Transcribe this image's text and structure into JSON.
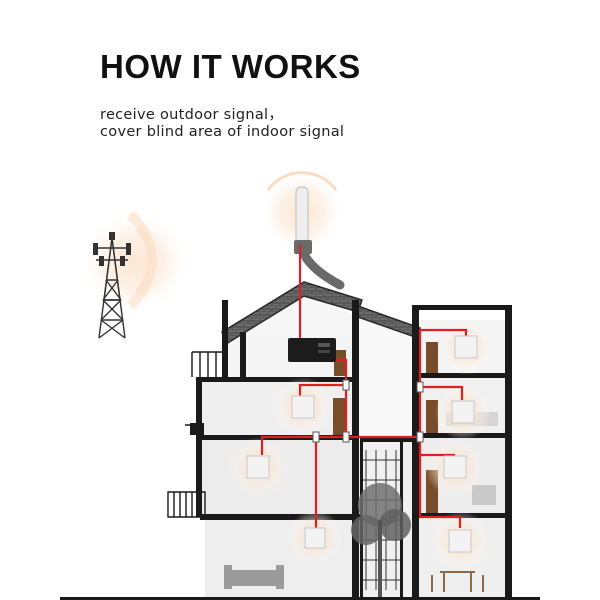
{
  "heading": {
    "title": "HOW IT WORKS",
    "subtitle_line1": "receive outdoor signal，",
    "subtitle_line2": "cover blind area of indoor signal"
  },
  "colors": {
    "cable": "#e02020",
    "signal_glow": "#f6c79a",
    "wall": "#1a1a1a",
    "roof": "#555555",
    "panel": "#f3f3f3"
  },
  "icons": [
    "cell-tower-icon",
    "outdoor-antenna-icon",
    "signal-booster-icon",
    "indoor-antenna-icon",
    "tree-icon",
    "sofa-icon",
    "dining-set-icon"
  ]
}
